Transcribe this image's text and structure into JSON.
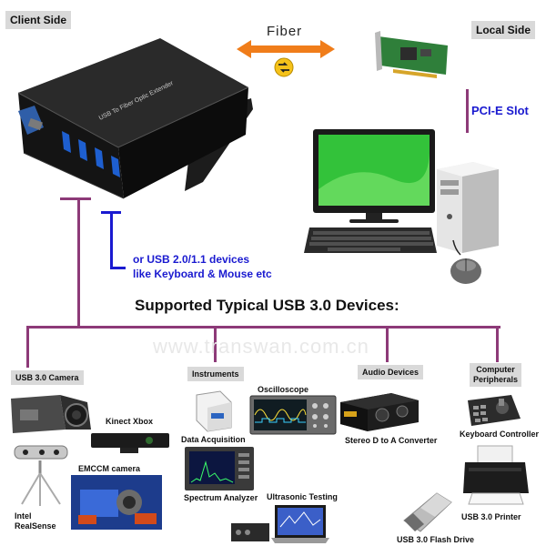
{
  "tags": {
    "client_side": "Client Side",
    "local_side": "Local Side",
    "usb30_camera": "USB 3.0 Camera",
    "instruments": "Instruments",
    "audio_devices": "Audio Devices",
    "computer_peripherals_line1": "Computer",
    "computer_peripherals_line2": "Peripherals"
  },
  "extender": {
    "device_text": "USB To Fiber Optic Extender"
  },
  "fiber": {
    "label": "Fiber"
  },
  "pcie": {
    "label": "PCI-E  Slot"
  },
  "usb2": {
    "line1": "or USB 2.0/1.1 devices",
    "line2": "like Keyboard & Mouse etc"
  },
  "heading": "Supported Typical USB 3.0 Devices:",
  "watermark": "www.transwan.com.cn",
  "devices": {
    "kinect": "Kinect Xbox",
    "emccm": "EMCCM camera",
    "realsense_line1": "Intel",
    "realsense_line2": "RealSense",
    "data_acquisition": "Data Acquisition",
    "oscilloscope": "Oscilloscope",
    "spectrum_analyzer": "Spectrum Analyzer",
    "ultrasonic_testing": "Ultrasonic Testing",
    "stereo_dac": "Stereo D to A Converter",
    "keyboard_controller": "Keyboard Controller",
    "usb_printer": "USB 3.0 Printer",
    "flash_drive": "USB 3.0 Flash Drive"
  },
  "colors": {
    "tree_line": "#8d3a78",
    "accent_blue": "#1a1ad0",
    "fiber_arrow": "#f07d1a",
    "tag_bg": "#d9d9d9"
  }
}
